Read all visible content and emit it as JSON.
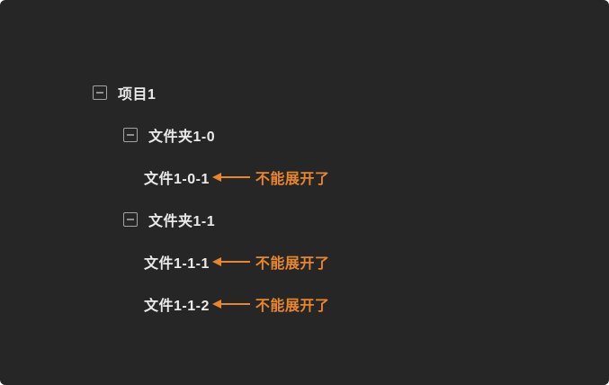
{
  "colors": {
    "background": "#262626",
    "outside": "#FFFFFF",
    "text": "#EAEAEA",
    "accent": "#E8862D",
    "icon_border": "#A3A3A3",
    "icon_minus": "#8E8E8E"
  },
  "tree": {
    "collapse_icon": "minus-square-icon",
    "annotation_arrow_icon": "left-arrow-icon",
    "nodes": [
      {
        "label": "项目1",
        "level": 0,
        "expandable": true,
        "annotation": null
      },
      {
        "label": "文件夹1-0",
        "level": 1,
        "expandable": true,
        "annotation": null
      },
      {
        "label": "文件1-0-1",
        "level": 2,
        "expandable": false,
        "annotation": "不能展开了"
      },
      {
        "label": "文件夹1-1",
        "level": 1,
        "expandable": true,
        "annotation": null
      },
      {
        "label": "文件1-1-1",
        "level": 2,
        "expandable": false,
        "annotation": "不能展开了"
      },
      {
        "label": "文件1-1-2",
        "level": 2,
        "expandable": false,
        "annotation": "不能展开了"
      }
    ]
  }
}
